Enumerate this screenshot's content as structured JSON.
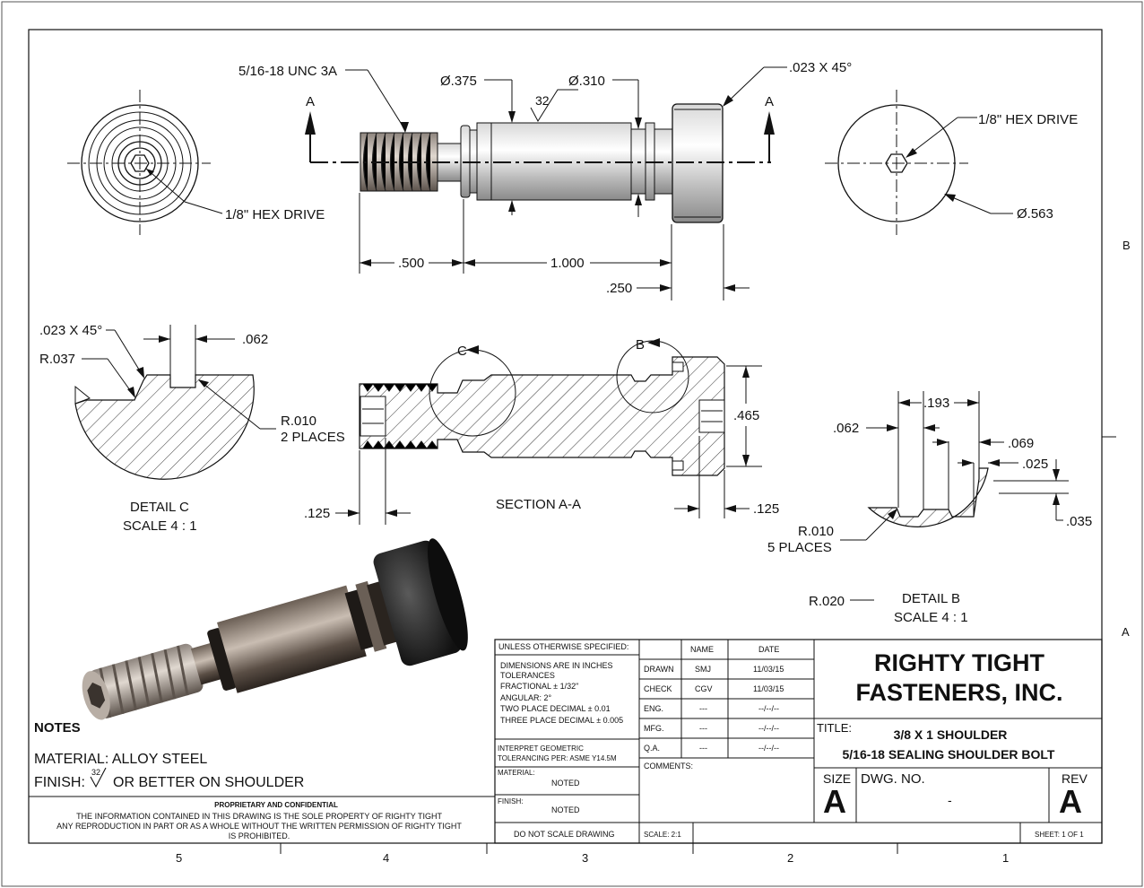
{
  "drawing": {
    "thread_spec": "5/16-18 UNC 3A",
    "dia_375": "Ø.375",
    "dia_310": "Ø.310",
    "finish_32": "32",
    "chamfer_top": ".023 X 45°",
    "section_marker": "A",
    "hex_drive_left": "1/8\" HEX DRIVE",
    "hex_drive_right": "1/8\" HEX DRIVE",
    "dia_563": "Ø.563",
    "dim_500": ".500",
    "dim_1000": "1.000",
    "dim_250": ".250",
    "detail_c": {
      "chamfer": ".023 X 45°",
      "radius": "R.037",
      "dim_062": ".062",
      "radius_small": "R.010",
      "places": "2 PLACES",
      "title": "DETAIL C",
      "scale": "SCALE 4 : 1"
    },
    "section": {
      "title": "SECTION A-A",
      "marker_c": "C",
      "marker_b": "B",
      "dim_465": ".465",
      "dim_125_left": ".125",
      "dim_125_right": ".125"
    },
    "detail_b": {
      "dim_193": ".193",
      "dim_062": ".062",
      "dim_069": ".069",
      "dim_025": ".025",
      "dim_035": ".035",
      "radius_010": "R.010",
      "places": "5 PLACES",
      "radius_020": "R.020",
      "title": "DETAIL B",
      "scale": "SCALE 4 : 1"
    },
    "border_letters": [
      "B",
      "A"
    ],
    "border_numbers": [
      "5",
      "4",
      "3",
      "2",
      "1"
    ]
  },
  "notes": {
    "heading": "NOTES",
    "material": "MATERIAL: ALLOY STEEL",
    "finish_prefix": "FINISH:",
    "finish_symbol_value": "32",
    "finish_suffix": "OR BETTER ON SHOULDER"
  },
  "proprietary": {
    "heading": "PROPRIETARY AND CONFIDENTIAL",
    "line1": "THE INFORMATION CONTAINED IN THIS DRAWING IS THE SOLE PROPERTY OF RIGHTY TIGHT",
    "line2": "ANY REPRODUCTION IN PART OR AS A WHOLE WITHOUT THE WRITTEN PERMISSION OF RIGHTY TIGHT",
    "line3": "IS PROHIBITED."
  },
  "title_block": {
    "unless": "UNLESS OTHERWISE SPECIFIED:",
    "tol": [
      "DIMENSIONS ARE IN INCHES",
      "TOLERANCES",
      "FRACTIONAL ± 1/32\"",
      "ANGULAR: 2°",
      "TWO PLACE DECIMAL ± 0.01",
      "THREE PLACE DECIMAL ± 0.005"
    ],
    "interpret1": "INTERPRET GEOMETRIC",
    "interpret2": "TOLERANCING PER: ASME Y14.5M",
    "material_label": "MATERIAL:",
    "material_value": "NOTED",
    "finish_label": "FINISH:",
    "finish_value": "NOTED",
    "do_not_scale": "DO NOT SCALE DRAWING",
    "col_name": "NAME",
    "col_date": "DATE",
    "rows": [
      {
        "role": "DRAWN",
        "name": "SMJ",
        "date": "11/03/15"
      },
      {
        "role": "CHECK",
        "name": "CGV",
        "date": "11/03/15"
      },
      {
        "role": "ENG.",
        "name": "---",
        "date": "--/--/--"
      },
      {
        "role": "MFG.",
        "name": "---",
        "date": "--/--/--"
      },
      {
        "role": "Q.A.",
        "name": "---",
        "date": "--/--/--"
      }
    ],
    "comments": "COMMENTS:",
    "company1": "RIGHTY TIGHT",
    "company2": "FASTENERS, INC.",
    "title_label": "TITLE:",
    "title1": "3/8 X 1 SHOULDER",
    "title2": "5/16-18 SEALING SHOULDER BOLT",
    "size_label": "SIZE",
    "size": "A",
    "dwg_label": "DWG. NO.",
    "dwg_no": "-",
    "rev_label": "REV",
    "rev": "A",
    "scale": "SCALE: 2:1",
    "sheet": "SHEET: 1 OF 1"
  }
}
